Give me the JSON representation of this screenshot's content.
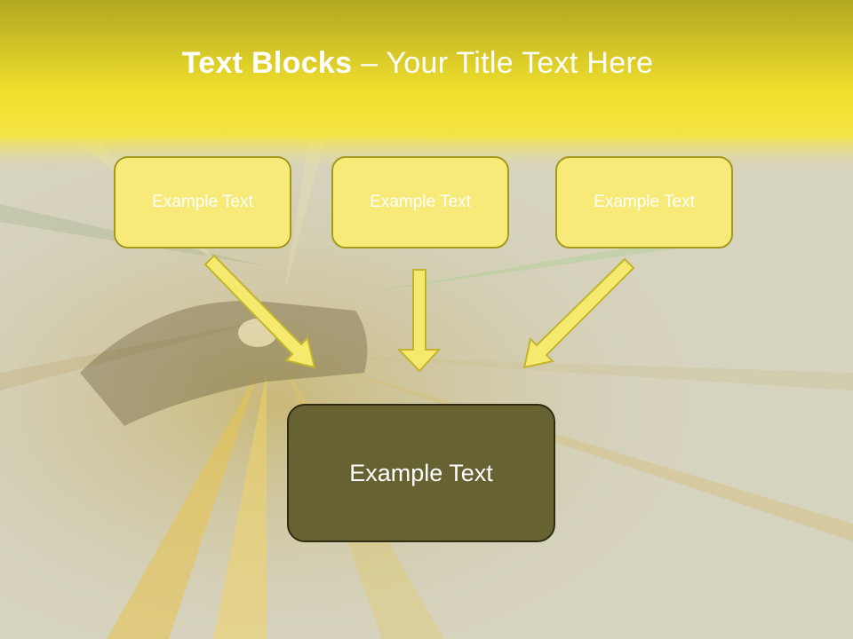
{
  "slide": {
    "title_bold": "Text Blocks",
    "title_separator": " – ",
    "title_rest": "Your Title Text Here",
    "boxes": [
      {
        "label": "Example Text"
      },
      {
        "label": "Example Text"
      },
      {
        "label": "Example Text"
      }
    ],
    "main_box": {
      "label": "Example Text"
    }
  },
  "colors": {
    "header_yellow": "#f3e22e",
    "box_fill": "#f7ea78",
    "box_border": "#a39a1c",
    "main_box_fill": "#676232",
    "arrow_fill": "#f6ea6e"
  }
}
